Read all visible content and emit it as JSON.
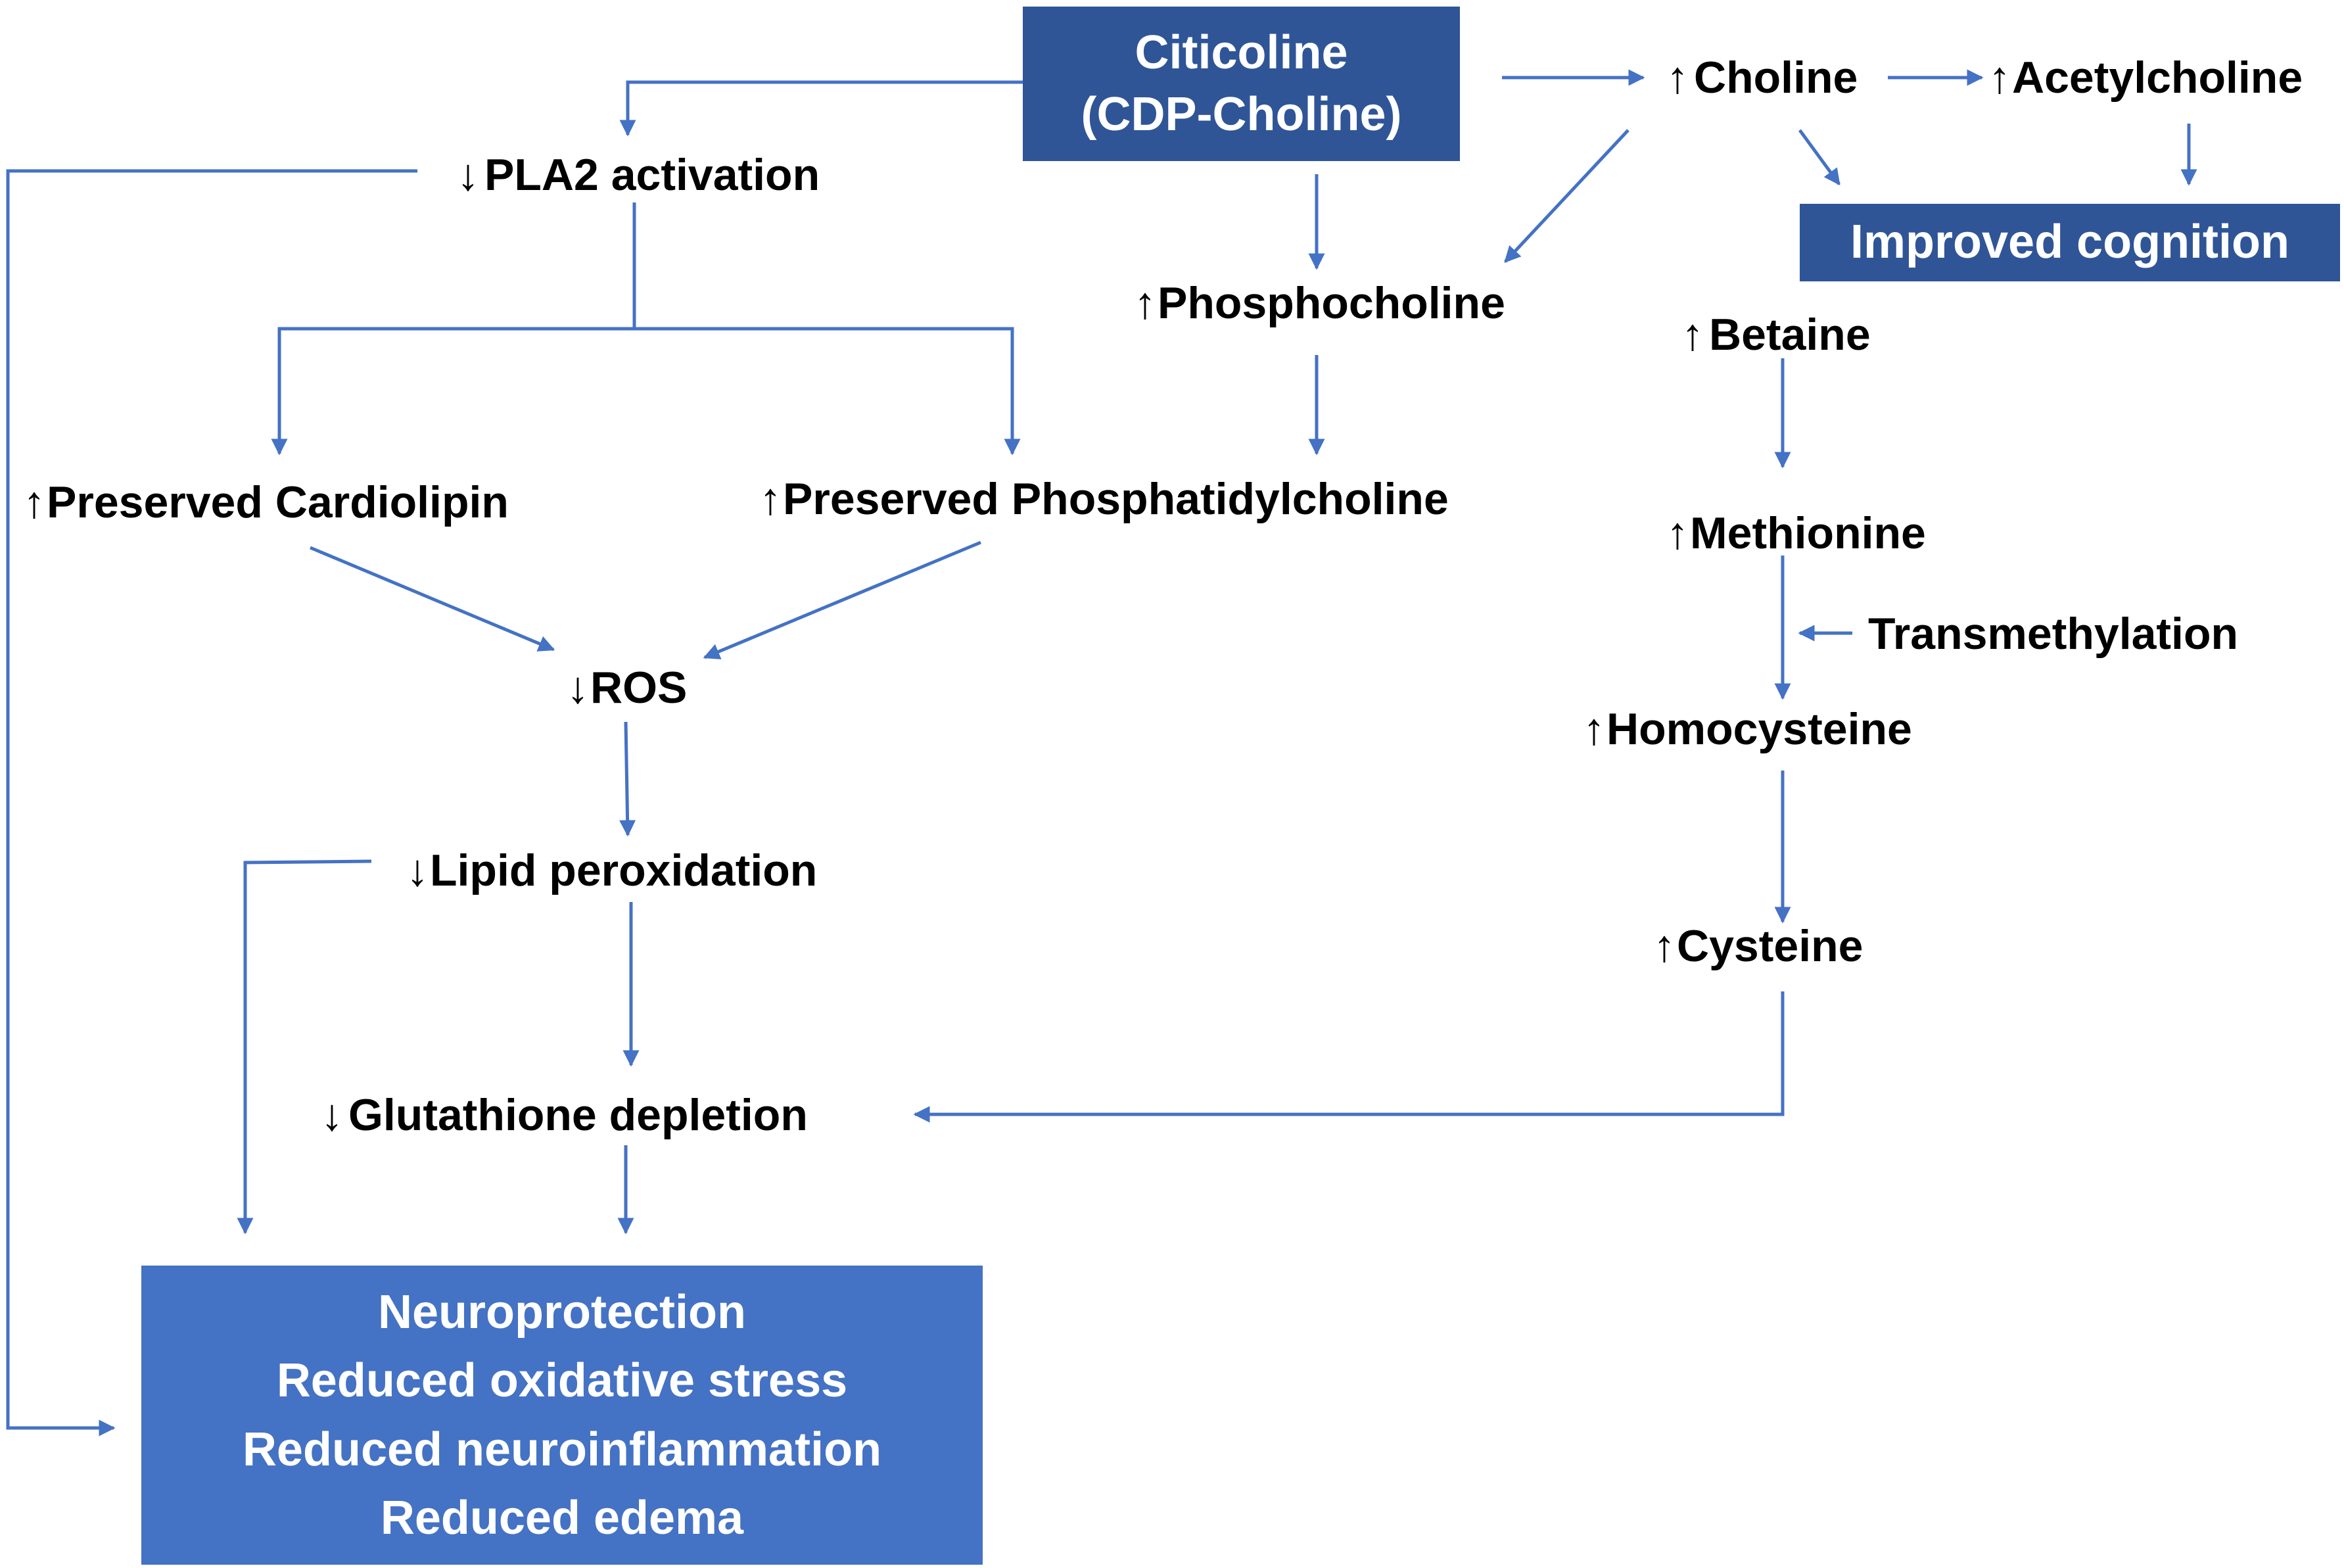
{
  "boxes": {
    "citicoline": {
      "lines": [
        "Citicoline",
        "(CDP-Choline)"
      ]
    },
    "cognition": {
      "label": "Improved cognition"
    },
    "outcome": {
      "lines": [
        "Neuroprotection",
        "Reduced oxidative stress",
        "Reduced neuroinflammation",
        "Reduced edema"
      ]
    }
  },
  "nodes": {
    "pla2": {
      "arrow": "↓",
      "label": "PLA2 activation"
    },
    "choline": {
      "arrow": "↑",
      "label": "Choline"
    },
    "acetylcholine": {
      "arrow": "↑",
      "label": "Acetylcholine"
    },
    "phosphocholine": {
      "arrow": "↑",
      "label": "Phosphocholine"
    },
    "betaine": {
      "arrow": "↑",
      "label": "Betaine"
    },
    "cardiolipin": {
      "arrow": "↑",
      "label": "Preserved Cardiolipin"
    },
    "phosphatidylcholine": {
      "arrow": "↑",
      "label": "Preserved Phosphatidylcholine"
    },
    "methionine": {
      "arrow": "↑",
      "label": "Methionine"
    },
    "transmethylation": {
      "arrow": "",
      "label": "Transmethylation"
    },
    "ros": {
      "arrow": "↓",
      "label": "ROS"
    },
    "homocysteine": {
      "arrow": "↑",
      "label": "Homocysteine"
    },
    "lipid": {
      "arrow": "↓",
      "label": "Lipid peroxidation"
    },
    "cysteine": {
      "arrow": "↑",
      "label": "Cysteine"
    },
    "glutathione": {
      "arrow": "↓",
      "label": "Glutathione depletion"
    }
  },
  "colors": {
    "dark_box": "#2f5597",
    "light_box": "#4472c4",
    "connector": "#4472c4",
    "text": "#000000",
    "box_text": "#ffffff"
  }
}
